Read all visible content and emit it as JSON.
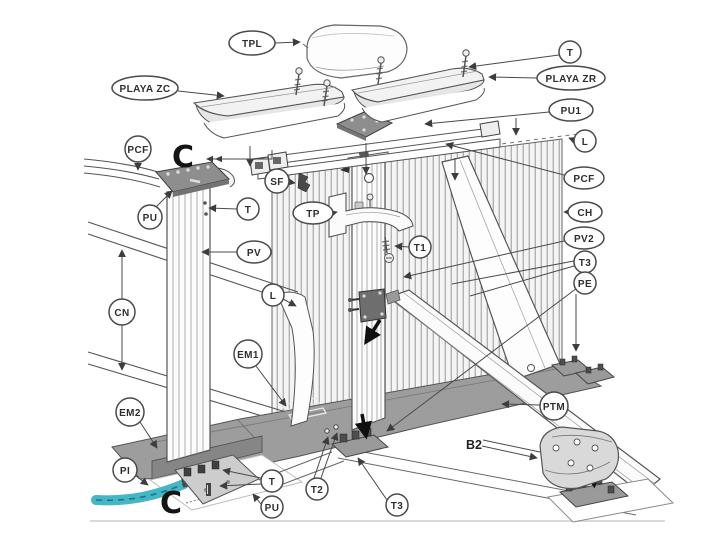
{
  "diagram": {
    "labels": {
      "tpl": "TPL",
      "playa_zc": "PLAYA ZC",
      "t": "T",
      "playa_zr": "PLAYA ZR",
      "pu1": "PU1",
      "l": "L",
      "pcf": "PCF",
      "c": "C",
      "sf": "SF",
      "ch": "CH",
      "pu": "PU",
      "tp": "TP",
      "t1": "T1",
      "pv": "PV",
      "pv2": "PV2",
      "t3": "T3",
      "pe": "PE",
      "cn": "CN",
      "em1": "EM1",
      "em2": "EM2",
      "pi": "PI",
      "ptm": "PTM",
      "b2": "B2",
      "t2": "T2"
    },
    "colors": {
      "line": "#4a4a4a",
      "base_gray": "#9d9d9d",
      "base_face": "#868686",
      "plate_dark": "#8e8e8e",
      "plate_light": "#cdcdcd",
      "foot_light": "#d9d9d9",
      "connector_dark": "#6e6e6e",
      "hose_teal": "#45b6c6",
      "hose_dash": "#1e7583"
    }
  }
}
